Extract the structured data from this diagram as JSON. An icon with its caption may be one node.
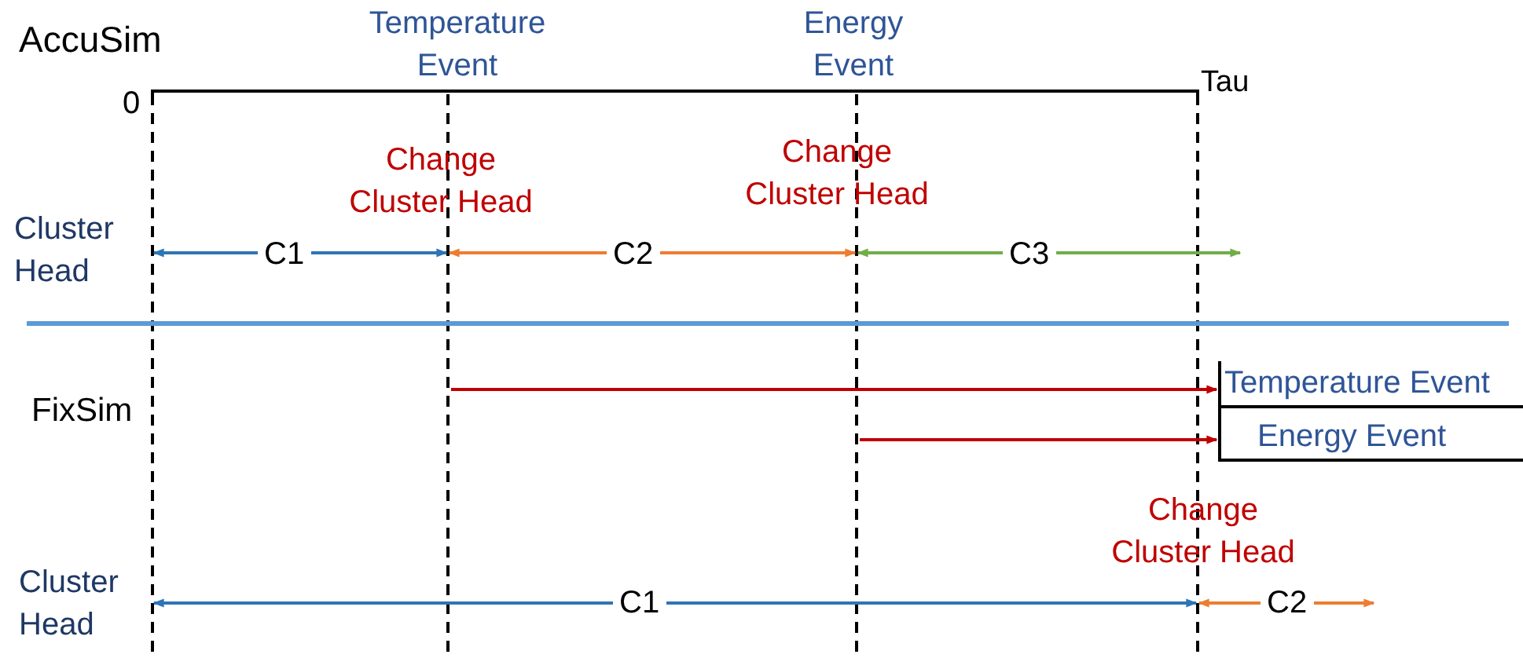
{
  "diagram": {
    "nodes": [
      {
        "text": [
          "Temperature Event"
        ]
      },
      {
        "text": [
          "Energy Event"
        ]
      }
    ],
    "edges": [
      {
        "from": null,
        "to": 0,
        "arrow": "to",
        "color": "#c00000"
      },
      {
        "from": null,
        "to": 1,
        "arrow": "to",
        "color": "#c00000"
      }
    ],
    "labels": [
      "AccuSim",
      "Temperature Event",
      "Energy Event",
      "0",
      "Tau",
      "Change Cluster Head",
      "Change Cluster Head",
      "Cluster Head",
      "C1",
      "C2",
      "C3",
      "FixSim",
      "Change Cluster Head",
      "Cluster Head",
      "C1",
      "C2"
    ]
  }
}
